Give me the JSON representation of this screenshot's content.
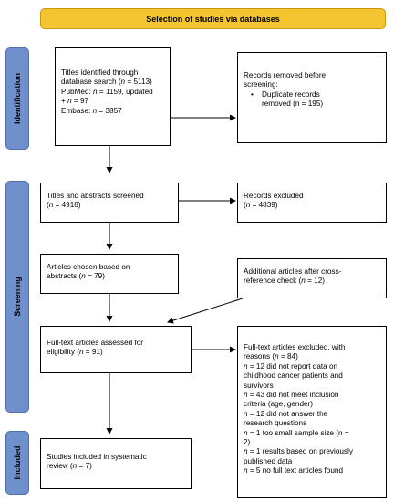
{
  "banner": "Selection of studies via databases",
  "phases": {
    "identification": "Identification",
    "screening": "Screening",
    "included": "Included"
  },
  "boxes": {
    "titles_identified": {
      "line1": "Titles identified through",
      "line2_pre": "database search (",
      "line2_n": "n",
      "line2_post": " = 5113)",
      "line3_pre": "PubMed: ",
      "line3_n": "n",
      "line3_post": " = 1159, updated",
      "line4_pre": "+ ",
      "line4_n": "n",
      "line4_post": " = 97",
      "line5_pre": "Embase: ",
      "line5_n": "n",
      "line5_post": " = 3857"
    },
    "records_removed": {
      "line1": "Records removed before",
      "line2": "screening:",
      "bullet": "•",
      "bullet_line1": "Duplicate records",
      "bullet_line2": "removed (n = 195)"
    },
    "titles_abstracts": {
      "line1": "Titles and abstracts screened",
      "line2_pre": "(",
      "line2_n": "n",
      "line2_post": " = 4918)"
    },
    "records_excluded": {
      "line1": "Records excluded",
      "line2_pre": "(",
      "line2_n": "n",
      "line2_post": " = 4839)"
    },
    "articles_chosen": {
      "line1": "Articles chosen based on",
      "line2_pre": "abstracts (",
      "line2_n": "n",
      "line2_post": " = 79)"
    },
    "additional_articles": {
      "line1": "Additional articles after cross-",
      "line2_pre": "reference check (",
      "line2_n": "n",
      "line2_post": " = 12)"
    },
    "fulltext_assessed": {
      "line1": "Full-text articles assessed for",
      "line2_pre": "eligibility (",
      "line2_n": "n",
      "line2_post": " = 91)"
    },
    "fulltext_excluded": {
      "line1": "Full-text articles excluded, with",
      "line2_pre": "reasons (",
      "line2_n": "n",
      "line2_post": " = 84)",
      "reasons": [
        {
          "n": "n",
          "text": " = 12 did not report data on"
        },
        {
          "n": "",
          "text": "childhood cancer patients and"
        },
        {
          "n": "",
          "text": "survivors"
        },
        {
          "n": "n",
          "text": " = 43 did not meet inclusion"
        },
        {
          "n": "",
          "text": "criteria (age, gender)"
        },
        {
          "n": "n",
          "text": " = 12 did not answer the"
        },
        {
          "n": "",
          "text": "research questions"
        },
        {
          "n": "n",
          "text": " = 1 too small sample size (n ="
        },
        {
          "n": "",
          "text": "2)"
        },
        {
          "n": "n",
          "text": " = 1 results based on previously"
        },
        {
          "n": "",
          "text": "published data"
        },
        {
          "n": "n",
          "text": " = 5 no full text articles found"
        }
      ]
    },
    "studies_included": {
      "line1": "Studies included in systematic",
      "line2_pre": "review (",
      "line2_n": "n",
      "line2_post": " = 7)"
    }
  }
}
